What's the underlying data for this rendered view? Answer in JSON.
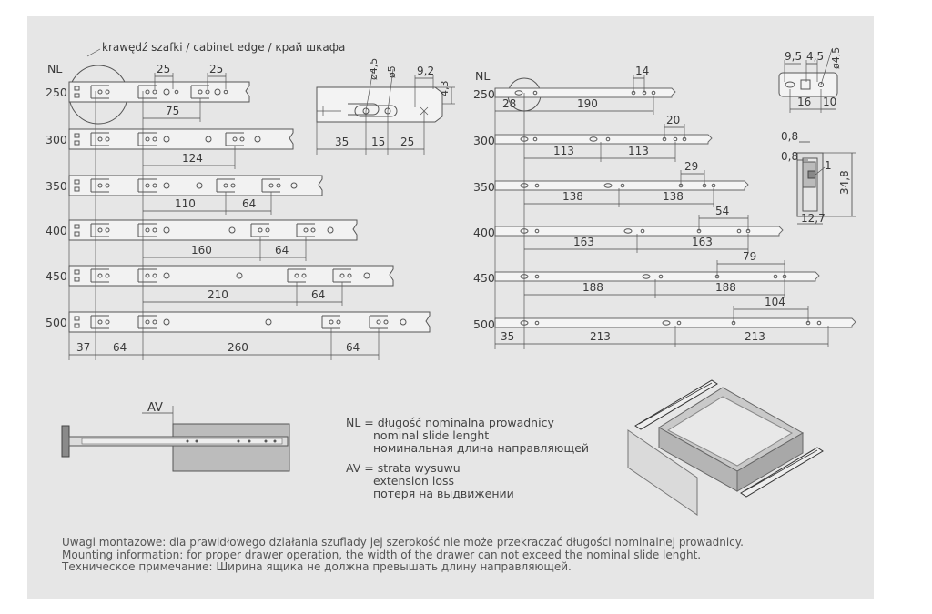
{
  "labels": {
    "cabinet_edge": "krawędź szafki / cabinet edge / край шкафа",
    "nl": "NL",
    "av": "AV"
  },
  "left_lengths": [
    "250",
    "300",
    "350",
    "400",
    "450",
    "500"
  ],
  "right_lengths": [
    "250",
    "300",
    "350",
    "400",
    "450",
    "500"
  ],
  "left_dims": {
    "top_25a": "25",
    "top_25b": "25",
    "d250": "75",
    "d300": "124",
    "d350a": "110",
    "d350b": "64",
    "d400a": "160",
    "d400b": "64",
    "d450a": "210",
    "d450b": "64",
    "bottom_37": "37",
    "bottom_64a": "64",
    "bottom_260": "260",
    "bottom_64b": "64"
  },
  "right_dims": {
    "top_14": "14",
    "d250a": "28",
    "d250b": "190",
    "d300a": "20",
    "d300b": "113",
    "d300c": "113",
    "d350a": "29",
    "d350b": "138",
    "d350c": "138",
    "d400a": "54",
    "d400b": "163",
    "d400c": "163",
    "d450a": "79",
    "d450b": "188",
    "d450c": "188",
    "d500a": "104",
    "d500b": "35",
    "d500c": "213",
    "d500d": "213"
  },
  "detail_left": {
    "d45": "ø4,5",
    "d5": "ø5",
    "d92": "9,2",
    "d43": "4,3",
    "d35": "35",
    "d15": "15",
    "d25": "25"
  },
  "detail_right": {
    "d95": "9,5",
    "d45a": "4,5",
    "d45b": "ø4,5",
    "d16": "16",
    "d10": "10",
    "d08a": "0,8",
    "d08b": "0,8",
    "d1": "1",
    "d348": "34,8",
    "d127": "12,7"
  },
  "legend": {
    "nl_pl": "NL = długość nominalna prowadnicy",
    "nl_en": "nominal slide lenght",
    "nl_ru": "номинальная длина направляющей",
    "av_pl": "AV = strata wysuwu",
    "av_en": "extension loss",
    "av_ru": "потеря на выдвижении"
  },
  "notes": {
    "pl": "Uwagi montażowe: dla prawidłowego działania szuflady jej szerokość nie może przekraczać długości nominalnej prowadnicy.",
    "en": "Mounting information: for proper drawer operation, the width of the drawer can not exceed the nominal slide lenght.",
    "ru": "Техническое примечание: Ширина ящика не должна превышать длину направляющей."
  }
}
